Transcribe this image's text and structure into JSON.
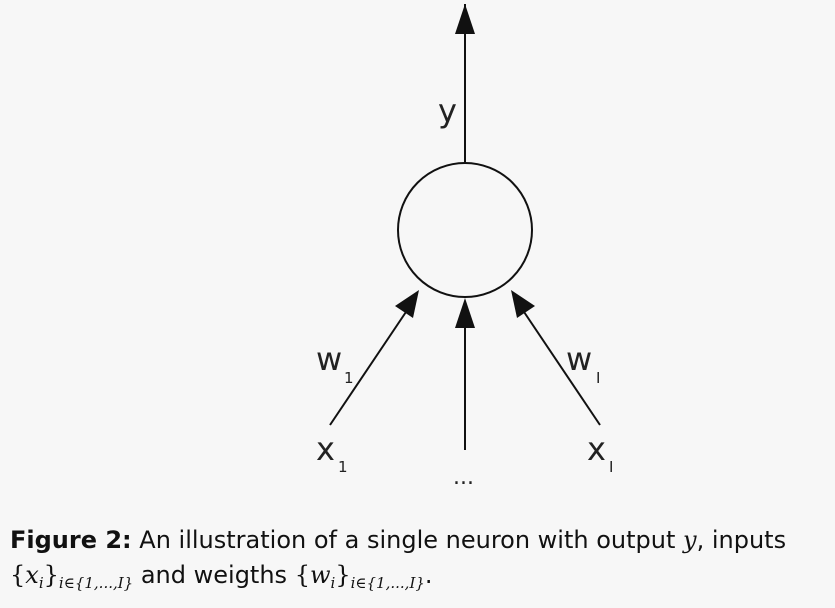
{
  "diagram": {
    "output_label": "y",
    "weight_left_label": "w",
    "weight_left_index": "1",
    "weight_right_label": "w",
    "weight_right_index": "I",
    "input_left_label": "x",
    "input_left_index": "1",
    "input_right_label": "x",
    "input_right_index": "I",
    "input_middle_label": "..."
  },
  "caption": {
    "figure_label": "Figure 2:",
    "text_part1": " An illustration of a single neuron with output ",
    "output_symbol": "y",
    "text_part2": ", inputs",
    "inputs_set": "x",
    "inputs_var": "i",
    "index_set": "i∈{1,...,I}",
    "text_part3": " and weigths ",
    "weights_set": "w",
    "weights_var": "i",
    "index_set2": "i∈{1,...,I}",
    "end": "."
  }
}
